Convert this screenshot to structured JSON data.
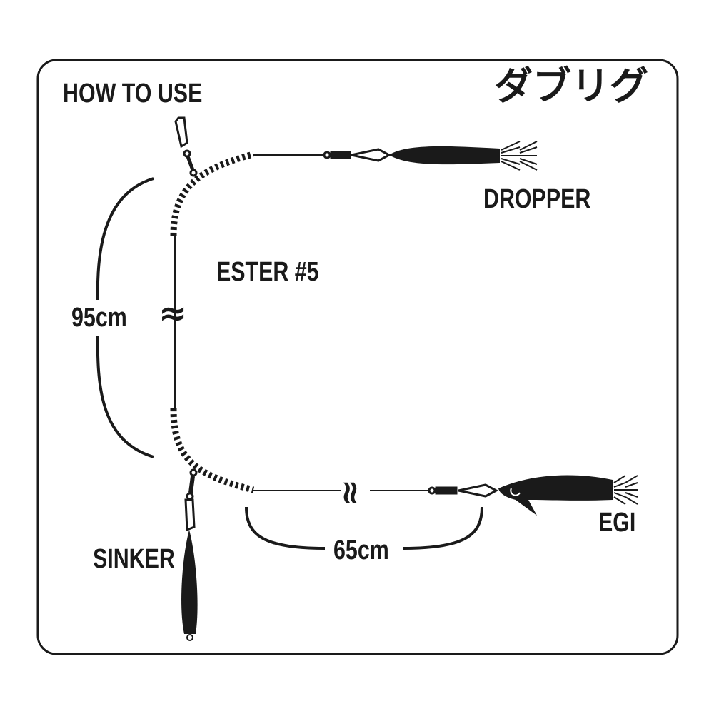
{
  "header": {
    "title": "HOW TO USE",
    "product_name_jp": "ダブリグ"
  },
  "labels": {
    "dropper": "DROPPER",
    "line": "ESTER #5",
    "vertical_length": "95cm",
    "sinker": "SINKER",
    "horizontal_length": "65cm",
    "egi": "EGI"
  },
  "colors": {
    "ink": "#1a1a1a",
    "background": "#ffffff"
  }
}
